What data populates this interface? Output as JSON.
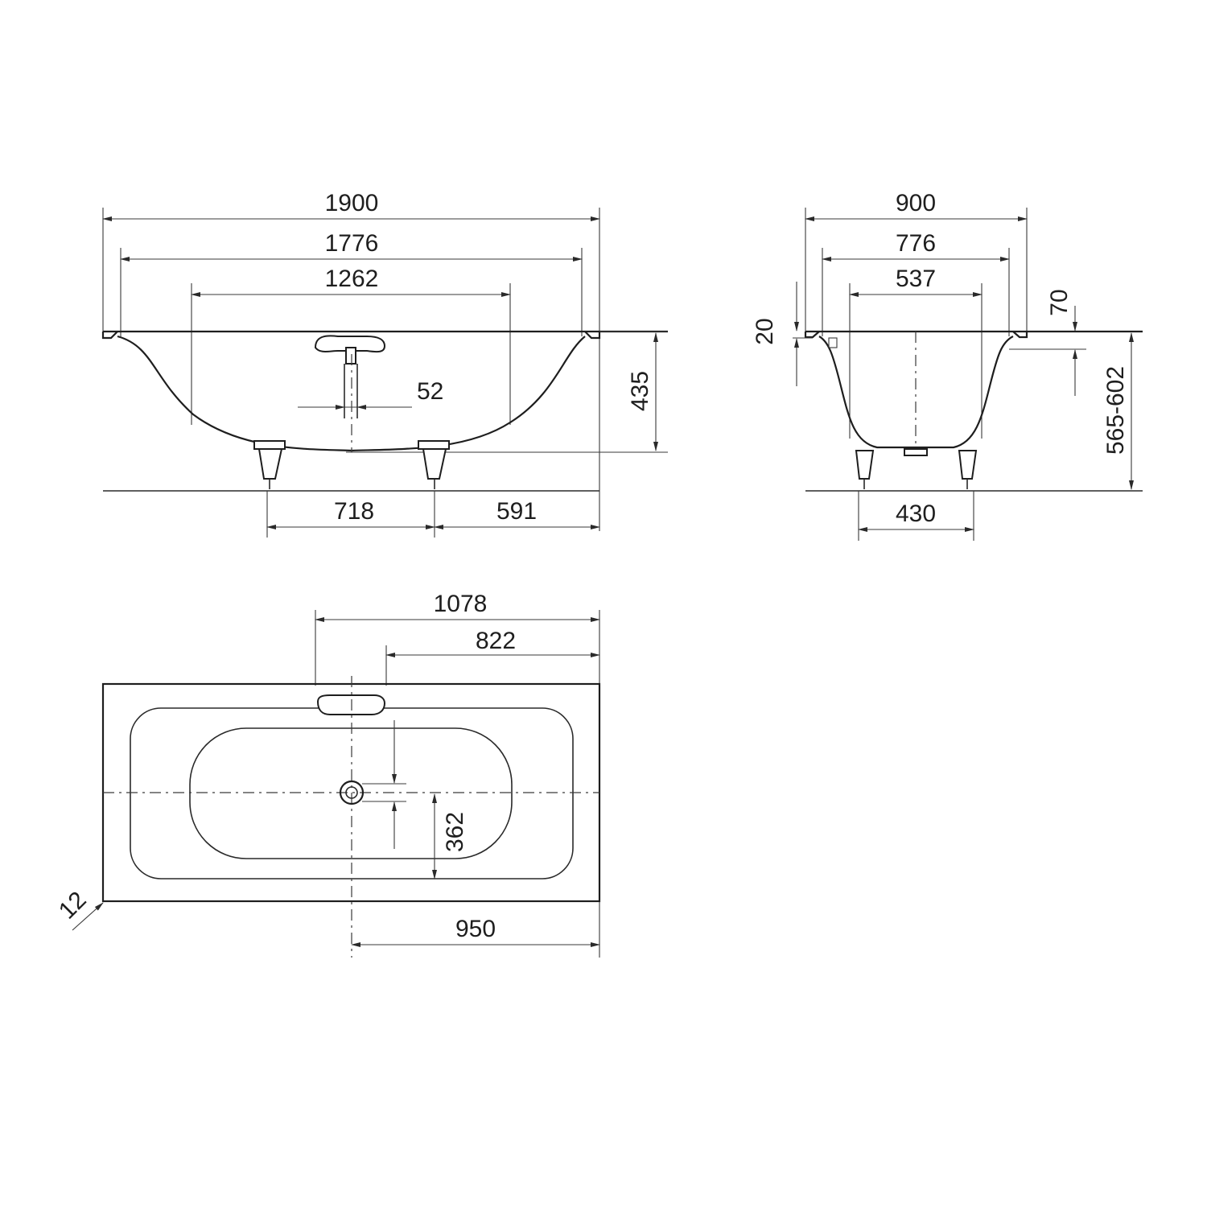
{
  "side_view": {
    "overall_length": "1900",
    "inner_length": "1776",
    "bottom_length": "1262",
    "drain_offset": "52",
    "height": "435",
    "leg_spacing": "718",
    "leg_end": "591"
  },
  "end_view": {
    "overall_width": "900",
    "inner_width": "776",
    "bottom_width": "537",
    "rim_thickness": "20",
    "overflow_depth": "70",
    "total_height": "565-602",
    "leg_spacing": "430"
  },
  "plan_view": {
    "overflow_distance": "1078",
    "overflow_inner": "822",
    "drain_lateral": "362",
    "drain_distance": "950",
    "corner_radius": "12"
  }
}
